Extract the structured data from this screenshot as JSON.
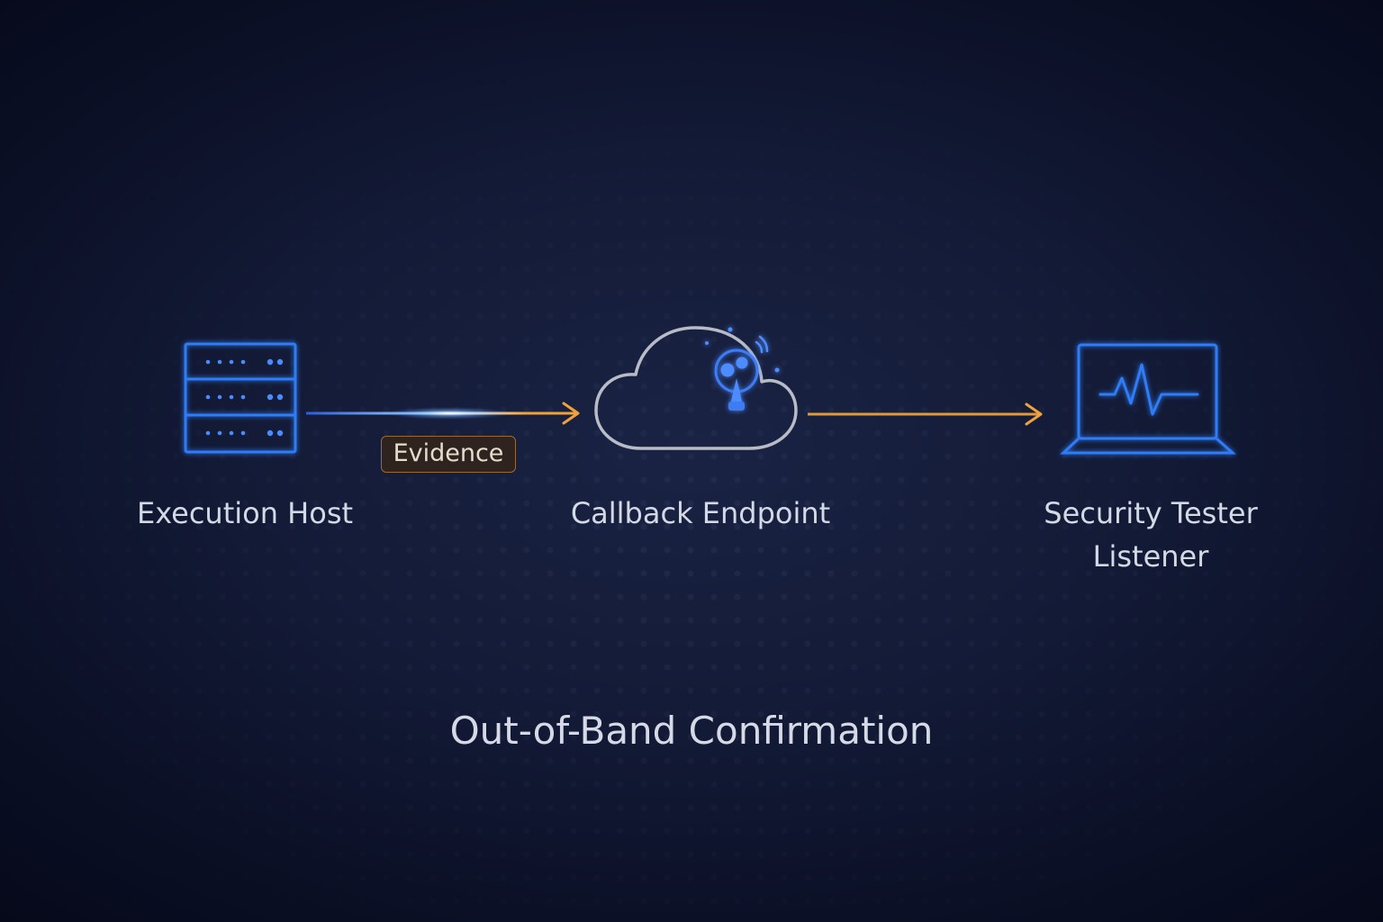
{
  "title": "Out-of-Band Confirmation",
  "nodes": [
    {
      "id": "execution-host",
      "label": "Execution Host",
      "icon": "server-icon"
    },
    {
      "id": "callback-endpoint",
      "label": "Callback Endpoint",
      "icon": "cloud-icon"
    },
    {
      "id": "security-tester-listener",
      "label_lines": [
        "Security Tester",
        "Listener"
      ],
      "icon": "laptop-waveform-icon"
    }
  ],
  "edges": [
    {
      "from": "execution-host",
      "to": "callback-endpoint",
      "label": "Evidence"
    },
    {
      "from": "callback-endpoint",
      "to": "security-tester-listener"
    }
  ],
  "colors": {
    "background": "#0b1026",
    "node_blue": "#2f7cf6",
    "arrow_orange": "#f0a23a",
    "cloud_outline": "#b8bcc6",
    "text": "#d4d9e6"
  }
}
